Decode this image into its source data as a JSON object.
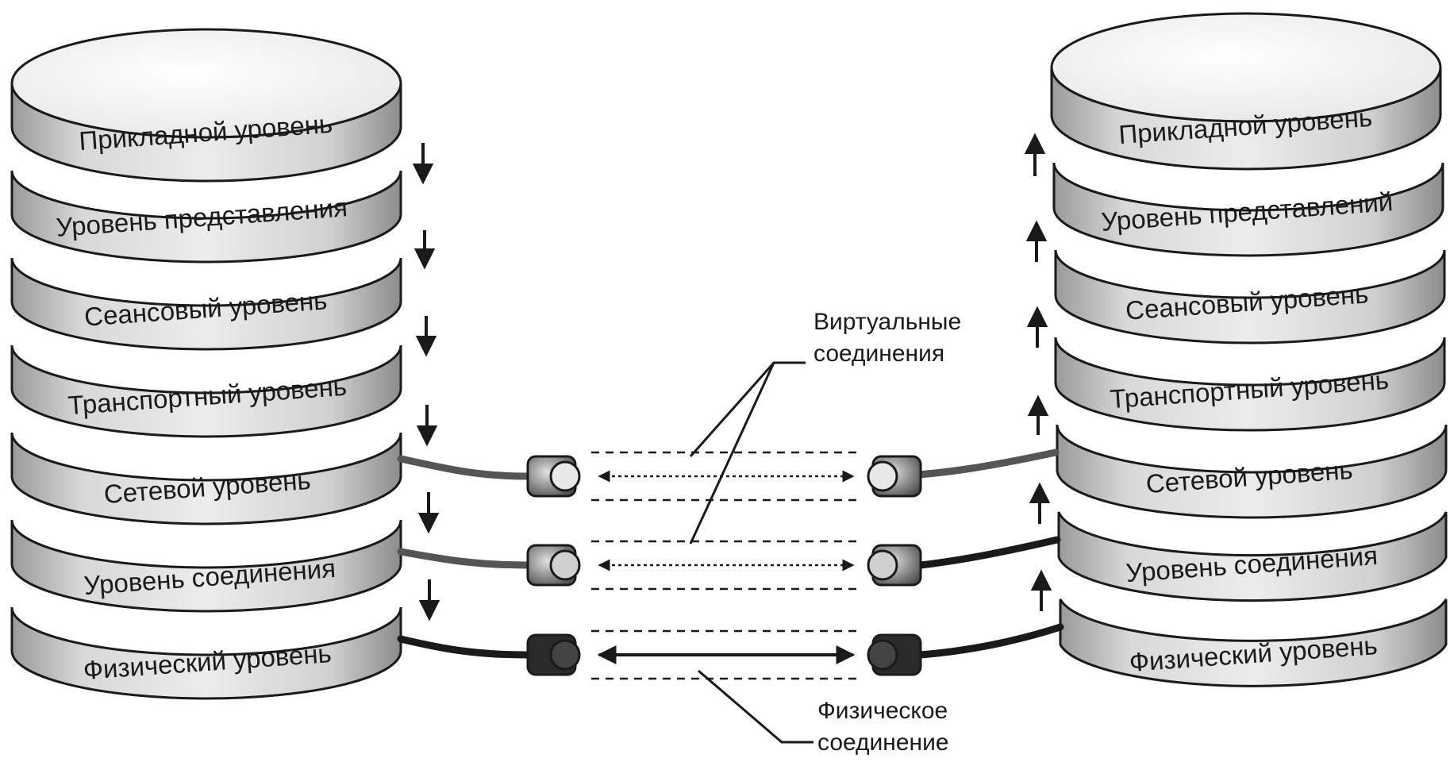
{
  "left_stack": {
    "layers": [
      "Прикладной уровень",
      "Уровень представления",
      "Сеансовый уровень",
      "Транспортный уровень",
      "Сетевой уровень",
      "Уровень соединения",
      "Физический уровень"
    ]
  },
  "right_stack": {
    "layers": [
      "Прикладной уровень",
      "Уровень представлений",
      "Сеансовый уровень",
      "Транспортный уровень",
      "Сетевой уровень",
      "Уровень соединения",
      "Физический уровень"
    ]
  },
  "labels": {
    "virtual_line1": "Виртуальные",
    "virtual_line2": "соединения",
    "physical_line1": "Физическое",
    "physical_line2": "соединение"
  },
  "colors": {
    "stroke": "#1a1a1a",
    "disk_top": "#f4f4f4",
    "disk_side": "#cfcfcf",
    "background": "#ffffff"
  }
}
